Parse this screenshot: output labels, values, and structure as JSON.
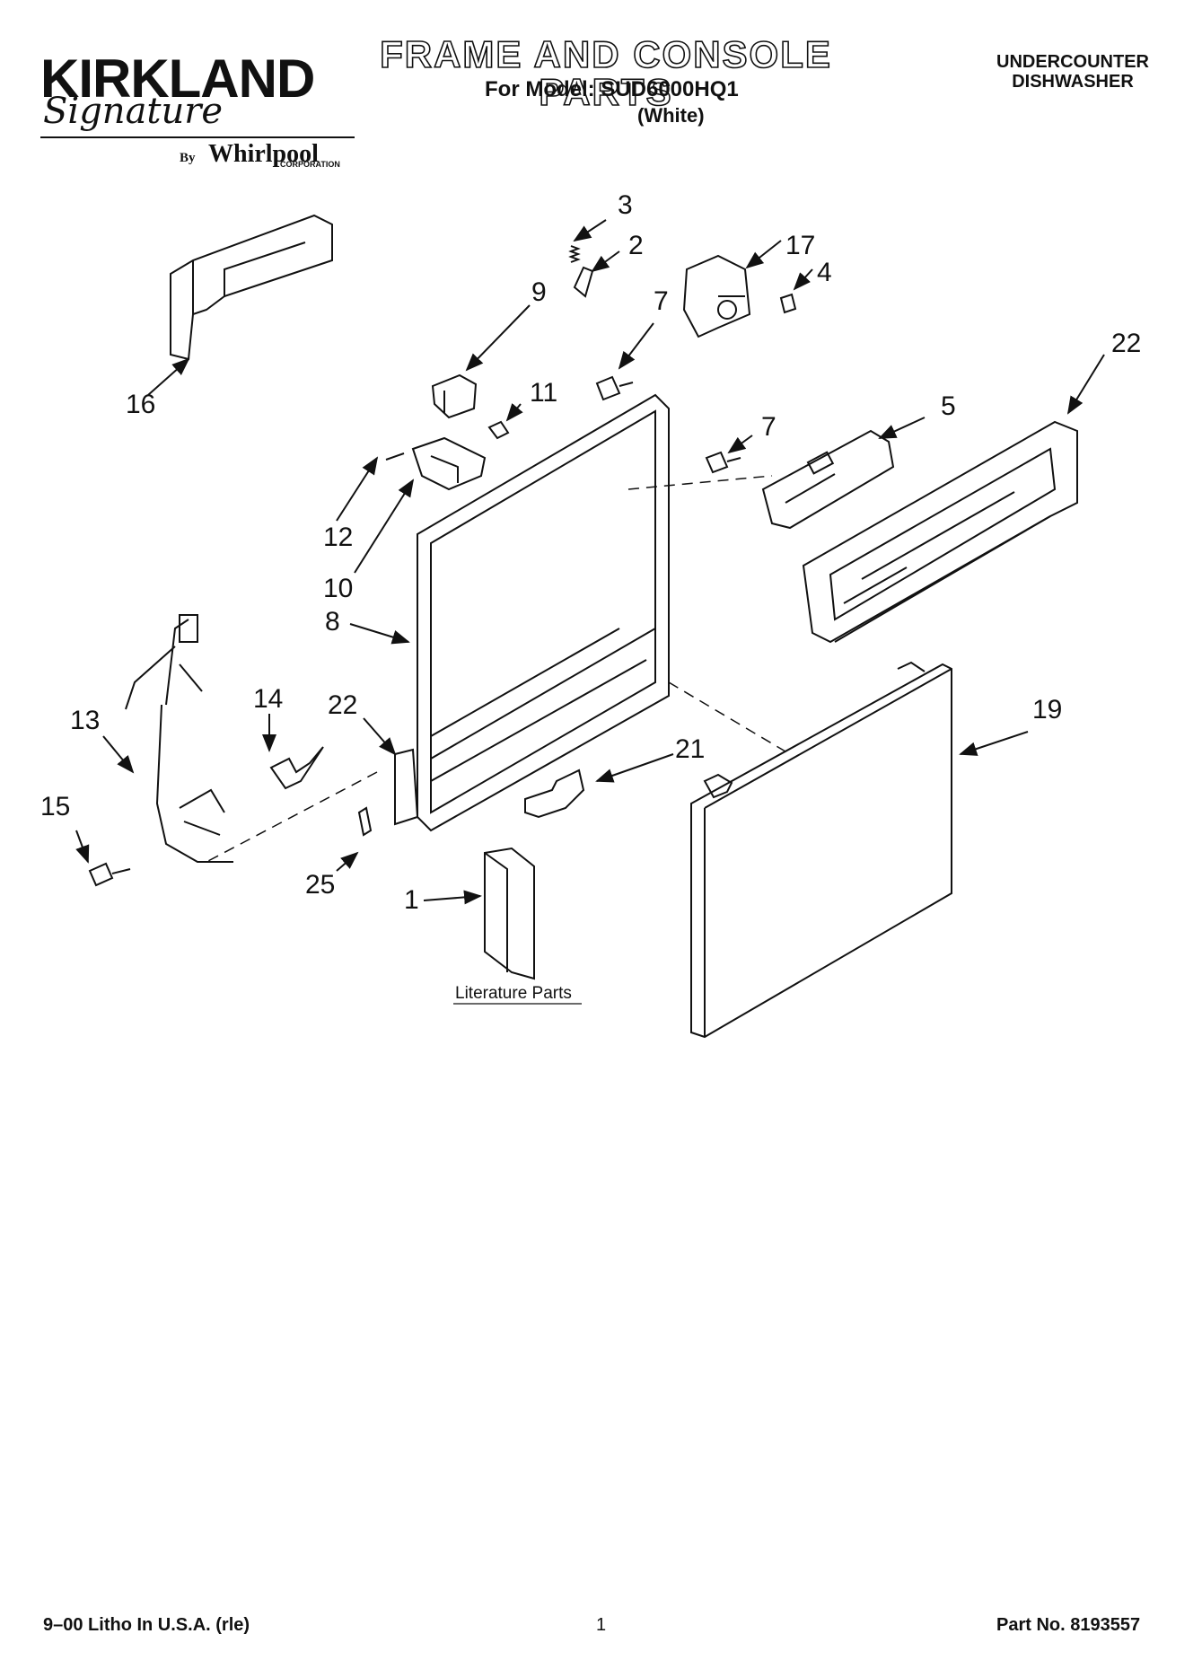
{
  "header": {
    "brand": "KIRKLAND",
    "brand_script": "Signature",
    "by": "By",
    "manufacturer": "Whirlpool",
    "manufacturer_suffix": "CORPORATION",
    "title": "FRAME AND CONSOLE PARTS",
    "model_line": "For Model: SUD6000HQ1",
    "variant": "(White)",
    "category_line1": "UNDERCOUNTER",
    "category_line2": "DISHWASHER"
  },
  "diagram": {
    "callouts": [
      "3",
      "2",
      "17",
      "4",
      "9",
      "7",
      "22",
      "11",
      "16",
      "5",
      "7",
      "12",
      "10",
      "8",
      "14",
      "22",
      "19",
      "13",
      "21",
      "15",
      "25",
      "1"
    ],
    "literature_label": "Literature Parts"
  },
  "footer": {
    "print_info": "9–00 Litho In U.S.A. (rle)",
    "page_number": "1",
    "part_number": "Part No. 8193557"
  }
}
